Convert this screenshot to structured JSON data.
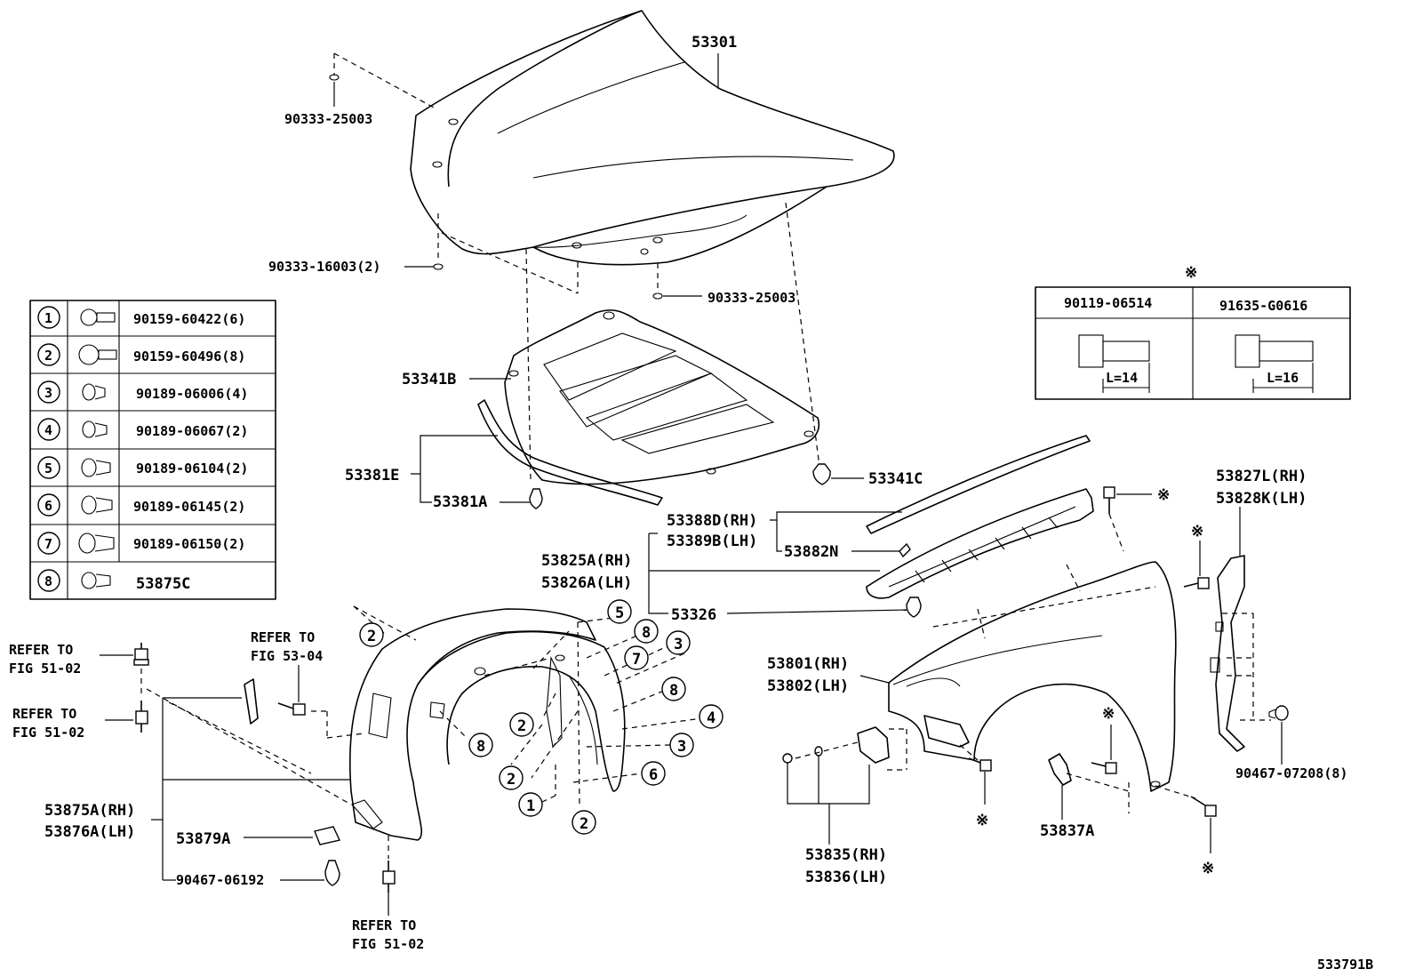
{
  "diagram_id": "533791B",
  "parts": {
    "hood": "53301",
    "hood_cushion_top": "90333-25003",
    "hood_cushion_left": "90333-16003(2)",
    "hood_cushion_right": "90333-25003",
    "hood_insulator": "53341B",
    "insulator_clip": "53341C",
    "seal_assy": "53381E",
    "seal_front": "53381A",
    "fender_seal_rh": "53388D(RH)",
    "fender_seal_lh": "53389B(LH)",
    "fender_seal_clip": "53882N",
    "fender_bracket_rh": "53825A(RH)",
    "fender_bracket_lh": "53826A(LH)",
    "bracket_clip": "53326",
    "fender_rh": "53801(RH)",
    "fender_lh": "53802(LH)",
    "fender_liner_rh": "53827L(RH)",
    "fender_liner_lh": "53828K(LH)",
    "liner_clip": "90467-07208(8)",
    "fender_stay_rh": "53835(RH)",
    "fender_stay_lh": "53836(LH)",
    "fender_mud_seal": "53837A",
    "splash_shield_rh": "53875A(RH)",
    "splash_shield_lh": "53876A(LH)",
    "shield_bracket": "53879A",
    "shield_clip": "90467-06192"
  },
  "refs": {
    "ref_to": "REFER TO",
    "fig_51_02": "FIG 51-02",
    "fig_53_04": "FIG 53-04"
  },
  "fastener_table": [
    {
      "num": "1",
      "part": "90159-60422(6)"
    },
    {
      "num": "2",
      "part": "90159-60496(8)"
    },
    {
      "num": "3",
      "part": "90189-06006(4)"
    },
    {
      "num": "4",
      "part": "90189-06067(2)"
    },
    {
      "num": "5",
      "part": "90189-06104(2)"
    },
    {
      "num": "6",
      "part": "90189-06145(2)"
    },
    {
      "num": "7",
      "part": "90189-06150(2)"
    },
    {
      "num": "8",
      "part": "53875C"
    }
  ],
  "bolt_table": {
    "mark": "※",
    "cols": [
      {
        "part": "90119-06514",
        "length": "L=14"
      },
      {
        "part": "91635-G0616",
        "length": "L=16"
      }
    ]
  },
  "callouts": {
    "c1": "1",
    "c2": "2",
    "c3": "3",
    "c4": "4",
    "c5": "5",
    "c6": "6",
    "c7": "7",
    "c8": "8",
    "mark": "※"
  }
}
